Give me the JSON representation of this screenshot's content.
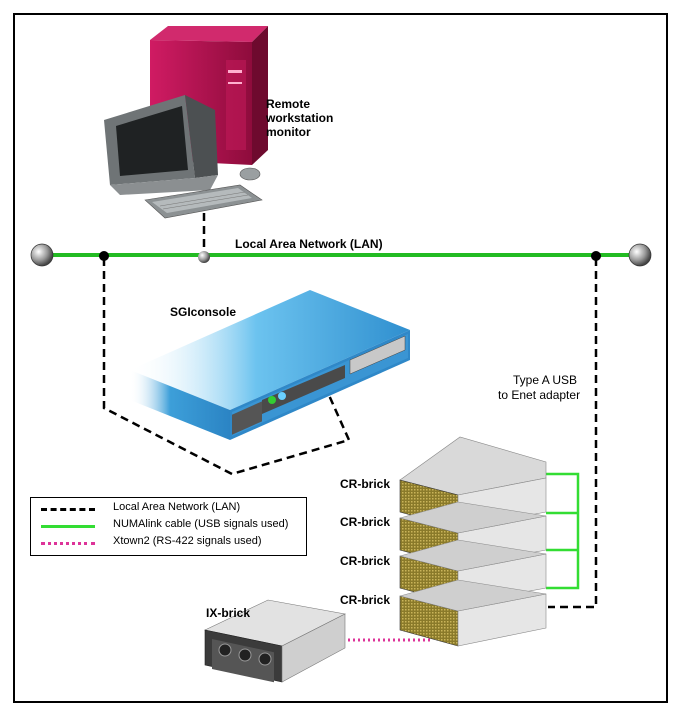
{
  "labels": {
    "workstation": [
      "Remote",
      "workstation",
      "monitor"
    ],
    "lan": "Local Area Network (LAN)",
    "sgiconsole": "SGIconsole",
    "adapter": [
      "Type A USB",
      "to Enet adapter"
    ],
    "cr_bricks": [
      "CR-brick",
      "CR-brick",
      "CR-brick",
      "CR-brick"
    ],
    "ix_brick": "IX-brick"
  },
  "legend": [
    {
      "label": "Local Area Network (LAN)",
      "style": "dashed",
      "color": "#000000"
    },
    {
      "label": "NUMAlink cable (USB signals used)",
      "style": "solid",
      "color": "#33dd33"
    },
    {
      "label": "Xtown2 (RS-422 signals used)",
      "style": "dotted",
      "color": "#dd3399"
    }
  ],
  "colors": {
    "lan_line": "#22bb22",
    "numalink": "#33dd33",
    "xtown": "#dd3399",
    "tower": "#b0124f",
    "console": "#3aa0d8"
  }
}
